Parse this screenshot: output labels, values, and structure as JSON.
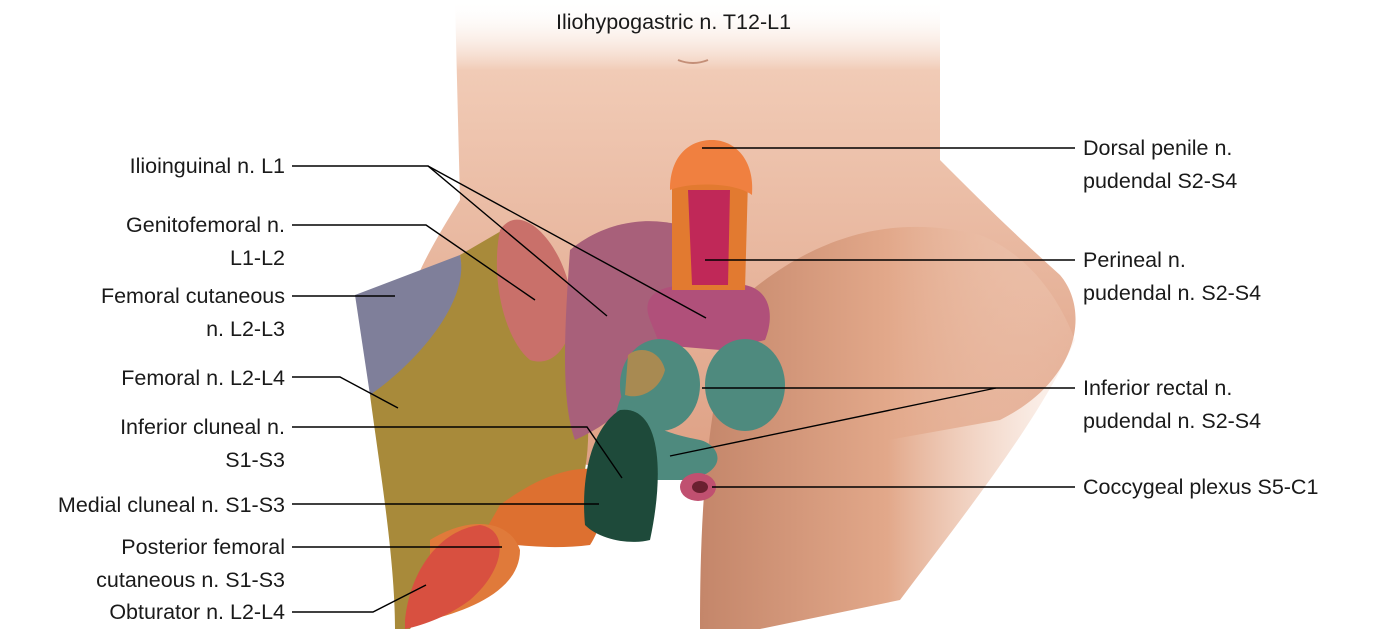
{
  "figure": {
    "title": "Iliohypogastric n. T12-L1",
    "left_labels": [
      {
        "id": "ilioinguinal",
        "lines": [
          "Ilioinguinal n. L1"
        ]
      },
      {
        "id": "genitofemoral",
        "lines": [
          "Genitofemoral n.",
          "L1-L2"
        ]
      },
      {
        "id": "femoral-cutaneous",
        "lines": [
          "Femoral cutaneous",
          "n. L2-L3"
        ]
      },
      {
        "id": "femoral",
        "lines": [
          "Femoral n. L2-L4"
        ]
      },
      {
        "id": "inferior-cluneal",
        "lines": [
          "Inferior cluneal n.",
          "S1-S3"
        ]
      },
      {
        "id": "medial-cluneal",
        "lines": [
          "Medial cluneal n. S1-S3"
        ]
      },
      {
        "id": "posterior-femoral-cutaneous",
        "lines": [
          "Posterior femoral",
          "cutaneous n. S1-S3"
        ]
      },
      {
        "id": "obturator",
        "lines": [
          "Obturator n. L2-L4"
        ]
      }
    ],
    "right_labels": [
      {
        "id": "dorsal-penile",
        "lines": [
          "Dorsal penile n.",
          "pudendal S2-S4"
        ]
      },
      {
        "id": "perineal",
        "lines": [
          "Perineal n.",
          "pudendal n. S2-S4"
        ]
      },
      {
        "id": "inferior-rectal",
        "lines": [
          "Inferior rectal n.",
          "pudendal n. S2-S4"
        ]
      },
      {
        "id": "coccygeal-plexus",
        "lines": [
          "Coccygeal plexus S5-C1"
        ]
      }
    ]
  },
  "colors": {
    "skin": "#e8b49a",
    "skin_shadow": "#c98a6c",
    "femoral_cutaneous_zone": "#7f7f9a",
    "femoral_zone": "#a88a3a",
    "genitofemoral_zone": "#c9706a",
    "ilioinguinal_zone": "#a8607a",
    "dorsal_penile_zone": "#e27a30",
    "perineal_zone": "#b0305a",
    "inferior_rectal_zone": "#4e8a7e",
    "inferior_cluneal_zone": "#1e4a3a",
    "medial_cluneal_zone": "#dd7030",
    "obturator_zone": "#d85040",
    "leader_line": "#000000"
  }
}
